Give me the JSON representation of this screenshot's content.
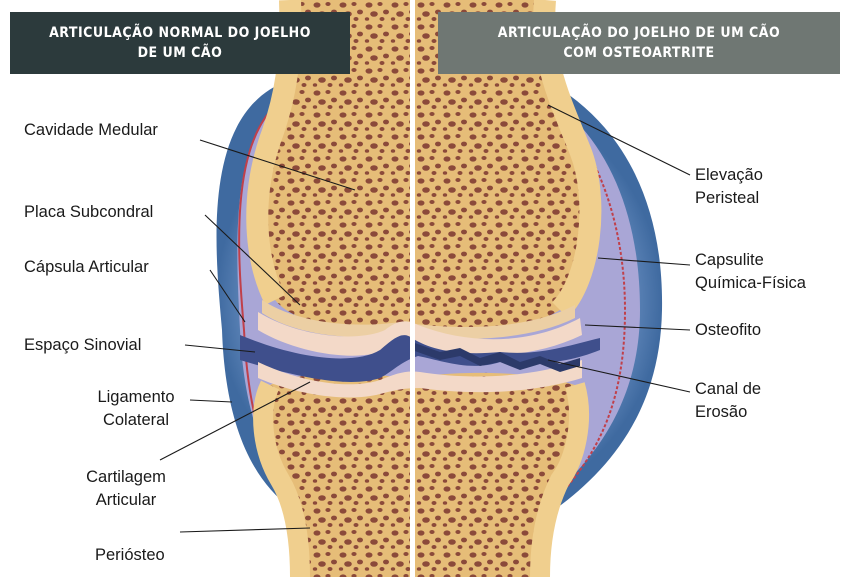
{
  "headers": {
    "left": "ARTICULAÇÃO NORMAL DO JOELHO\nDE UM CÃO",
    "right": "ARTICULAÇÃO DO JOELHO DE UM CÃO\nCOM OSTEOARTRITE"
  },
  "labels_left": {
    "cavidade": "Cavidade Medular",
    "placa": "Placa Subcondral",
    "capsula": "Cápsula Articular",
    "espaco": "Espaço Sinovial",
    "ligamento": "Ligamento\nColateral",
    "cartilagem": "Cartilagem\nArticular",
    "periosteo": "Periósteo"
  },
  "labels_right": {
    "elevacao": "Elevação\nPeristeal",
    "capsulite": "Capsulite\nQuímica-Física",
    "osteofito": "Osteofito",
    "canal": "Canal de\nErosão"
  },
  "colors": {
    "bone": "#e8c27e",
    "marrow": "#8b4a3a",
    "cartilage": "#f0d8c8",
    "synovial": "#4a5a9a",
    "capsule": "#5a82b4",
    "capsule_inner": "#a8a8d8",
    "periosteum_red": "#c0404a"
  }
}
